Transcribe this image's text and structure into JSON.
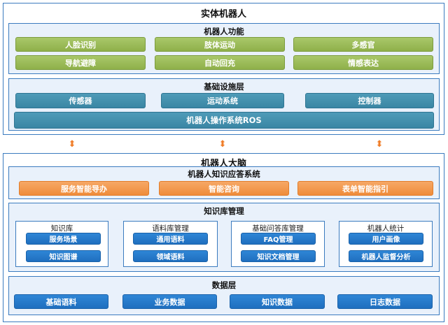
{
  "top": {
    "title": "实体机器人",
    "functions": {
      "title": "机器人功能",
      "items": [
        "人脸识别",
        "肢体运动",
        "多感官",
        "导航避障",
        "自动回充",
        "情感表达"
      ]
    },
    "infra": {
      "title": "基础设施层",
      "items": [
        "传感器",
        "运动系统",
        "控制器"
      ],
      "ros": "机器人操作系统ROS"
    }
  },
  "brain": {
    "title": "机器人大脑",
    "qa": {
      "title": "机器人知识应答系统",
      "items": [
        "服务智能导办",
        "智能咨询",
        "表单智能指引"
      ]
    },
    "kb": {
      "title": "知识库管理",
      "groups": [
        {
          "title": "知识库",
          "items": [
            "服务场景",
            "知识图谱"
          ]
        },
        {
          "title": "语料库管理",
          "items": [
            "通用语料",
            "领域语料"
          ]
        },
        {
          "title": "基础问答库管理",
          "items": [
            "FAQ管理",
            "知识文档管理"
          ]
        },
        {
          "title": "机器人统计",
          "items": [
            "用户画像",
            "机器人监督分析"
          ]
        }
      ]
    },
    "data": {
      "title": "数据层",
      "items": [
        "基础语料",
        "业务数据",
        "知识数据",
        "日志数据"
      ]
    }
  },
  "colors": {
    "border": "#3b7bbf",
    "panel_bg": "#e9f1fb",
    "green": "#8fb04a",
    "teal": "#3a86a4",
    "orange": "#ef8c3a",
    "blue": "#1f6fbf",
    "arrow": "#f07e2a"
  },
  "icons": {
    "connector": "double-arrow-vertical-icon"
  }
}
